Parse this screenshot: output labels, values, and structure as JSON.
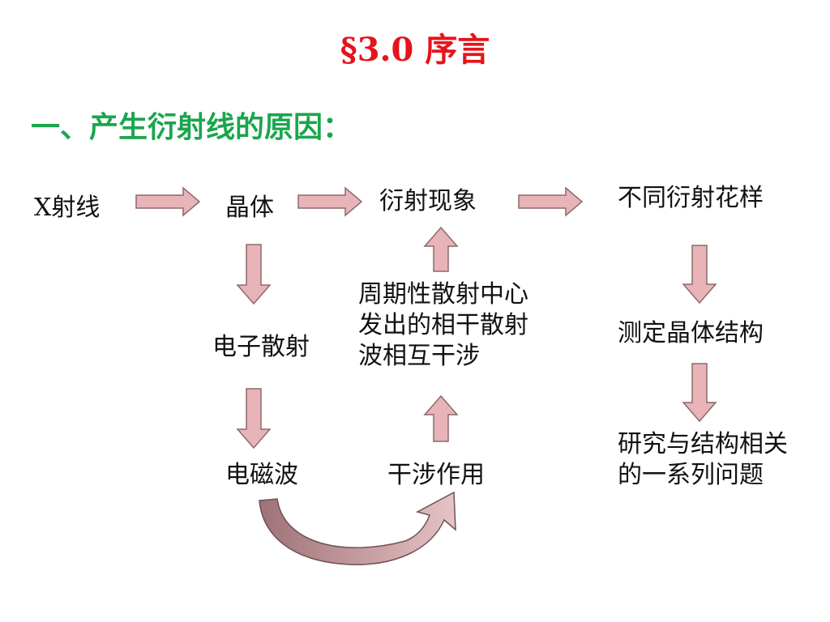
{
  "title": "§3.0 序言",
  "subtitle": "一、产生衍射线的原因：",
  "nodes": {
    "xray": "X射线",
    "crystal": "晶体",
    "diffraction": "衍射现象",
    "patterns": "不同衍射花样",
    "electron_scatter": "电子散射",
    "em_wave": "电磁波",
    "interference_effect": "干涉作用",
    "periodic_interference": "周期性散射中心发出的相干散射波相互干涉",
    "determine_structure": "测定晶体结构",
    "related_problems": "研究与结构相关的一系列问题"
  },
  "colors": {
    "title": "#e5141b",
    "subtitle": "#1aa64e",
    "arrow_fill": "#e8b4b8",
    "arrow_stroke": "#8a6a6a",
    "curve_fill": "#b08888"
  }
}
